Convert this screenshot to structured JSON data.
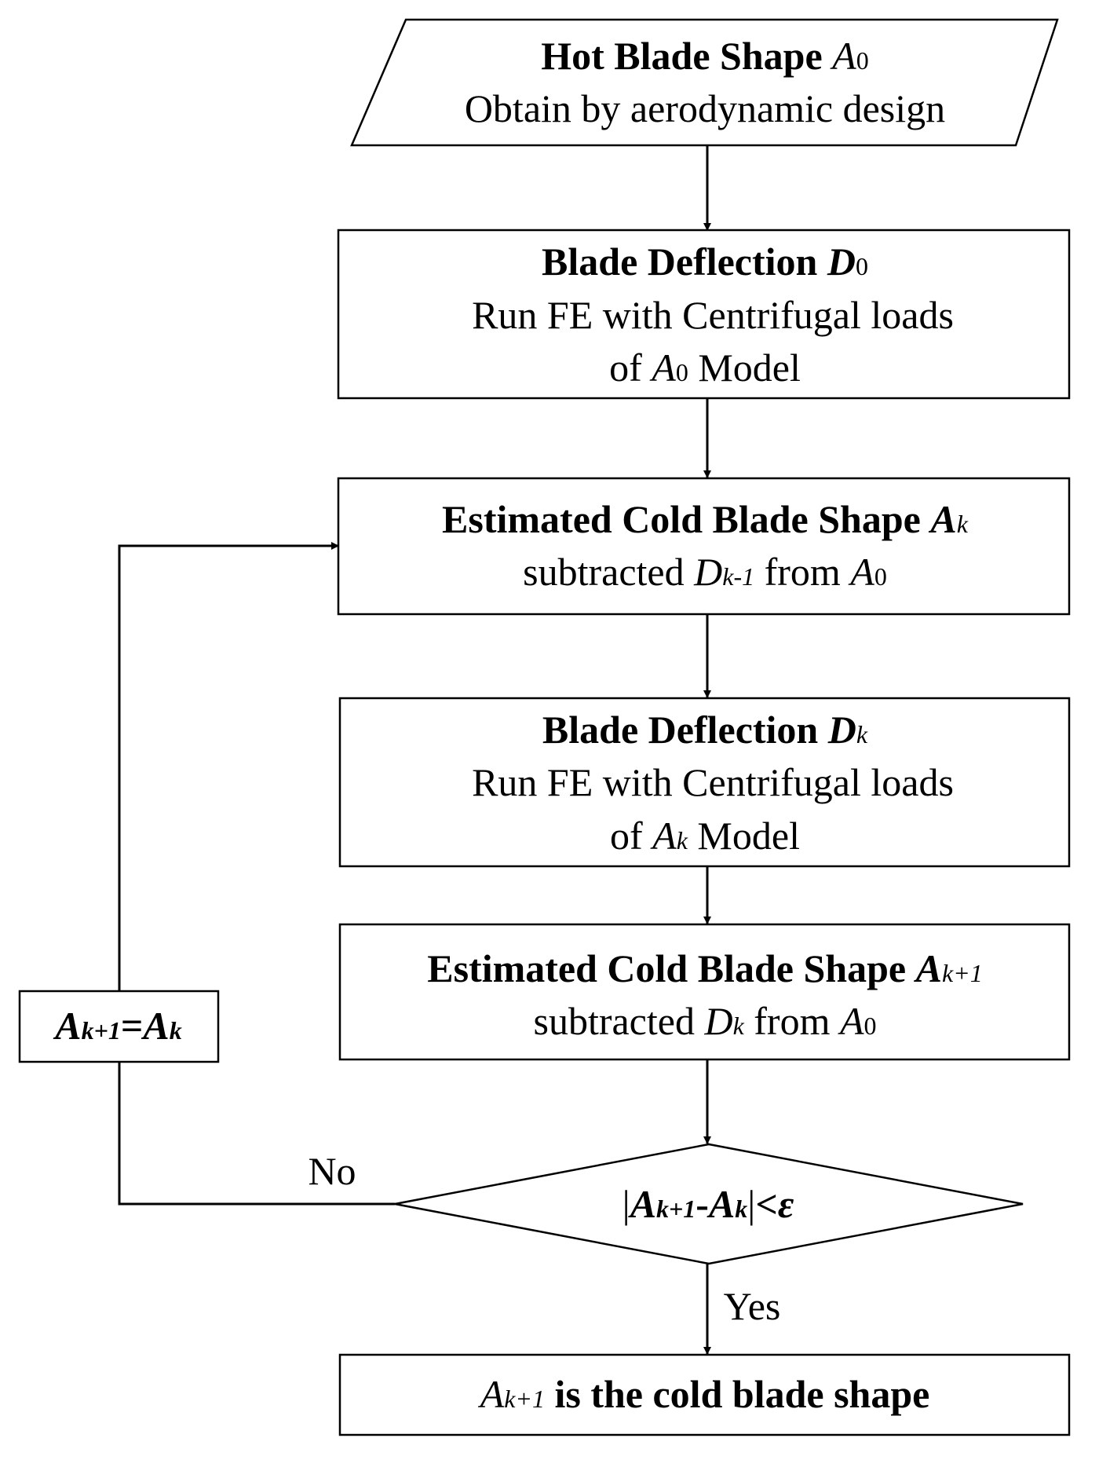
{
  "nodes": {
    "start": {
      "title": "Hot Blade Shape",
      "title_var": "A",
      "title_sub": "0",
      "line2": "Obtain by aerodynamic design"
    },
    "deflection0": {
      "title": "Blade Deflection",
      "title_var": "D",
      "title_sub": "0",
      "line2": "Run FE with Centrifugal loads",
      "line3_pre": "of",
      "line3_var": "A",
      "line3_sub": "0",
      "line3_post": "Model"
    },
    "cold_k": {
      "title": "Estimated Cold Blade Shape",
      "title_var": "A",
      "title_sub": "k",
      "line2_pre": "subtracted",
      "line2_var": "D",
      "line2_sub": "k-1",
      "line2_mid": "from",
      "line2_var2": "A",
      "line2_sub2": "0"
    },
    "deflection_k": {
      "title": "Blade Deflection",
      "title_var": "D",
      "title_sub": "k",
      "line2": "Run FE with Centrifugal loads",
      "line3_pre": "of",
      "line3_var": "A",
      "line3_sub": "k",
      "line3_post": "Model"
    },
    "cold_k1": {
      "title": "Estimated Cold Blade Shape",
      "title_var": "A",
      "title_sub": "k+1",
      "line2_pre": "subtracted",
      "line2_var": "D",
      "line2_sub": "k",
      "line2_mid": "from",
      "line2_var2": "A",
      "line2_sub2": "0"
    },
    "update": {
      "var1": "A",
      "sub1": "k+1",
      "eq": "=",
      "var2": "A",
      "sub2": "k"
    },
    "decision": {
      "bar_open": "|",
      "var1": "A",
      "sub1": "k+1",
      "minus": "-",
      "var2": "A",
      "sub2": "k",
      "bar_close": "|",
      "lt": "<",
      "eps": "ε"
    },
    "end": {
      "var": "A",
      "sub": "k+1",
      "text": "is the cold blade shape"
    }
  },
  "edge_labels": {
    "no": "No",
    "yes": "Yes"
  }
}
